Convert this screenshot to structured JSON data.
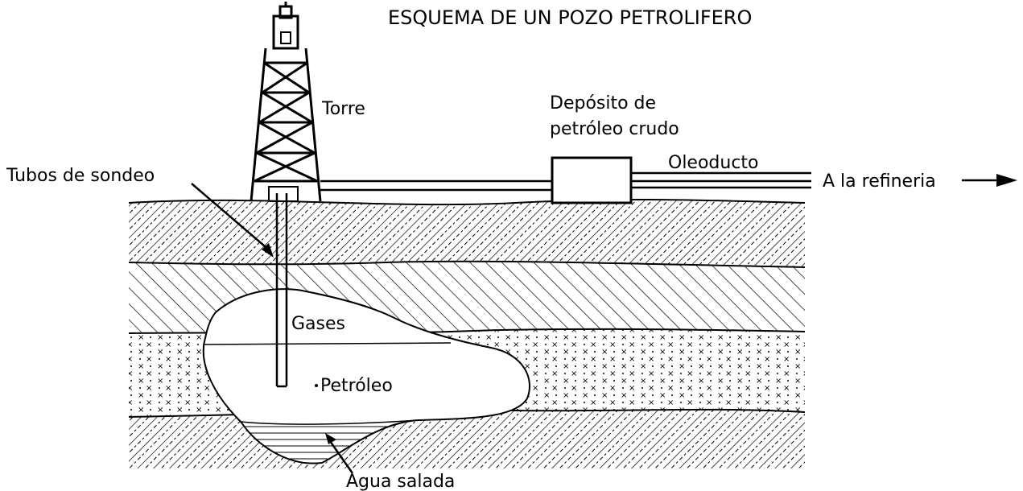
{
  "title": "ESQUEMA DE UN POZO PETROLIFERO",
  "labels": {
    "torre": "Torre",
    "deposito_line1": "Depósito de",
    "deposito_line2": "petróleo crudo",
    "oleoducto": "Oleoducto",
    "refineria": "A la refineria",
    "tubos": "Tubos de sondeo",
    "gases": "Gases",
    "petroleo": "Petróleo",
    "agua": "Agua salada"
  }
}
